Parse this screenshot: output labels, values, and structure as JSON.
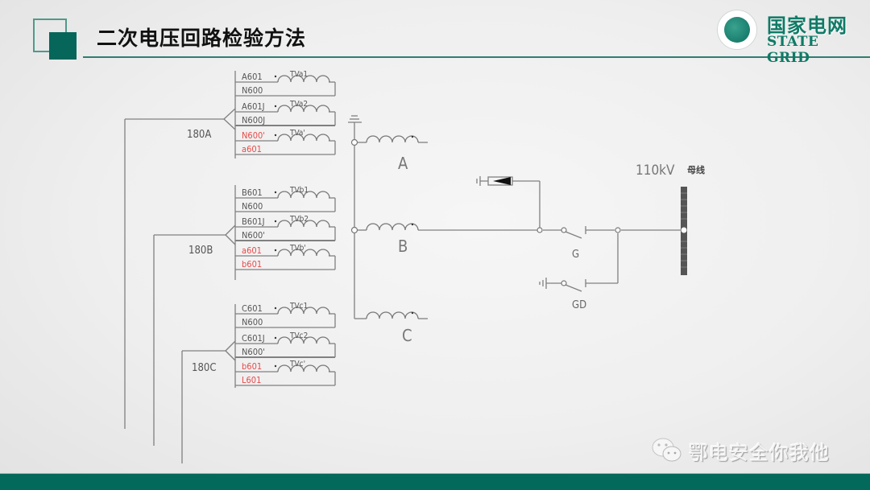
{
  "header": {
    "title": "二次电压回路检验方法",
    "logo": {
      "cn": "国家电网",
      "en": "STATE GRID",
      "icon": "state-grid-globe-icon"
    }
  },
  "colors": {
    "brand_green": "#06665a",
    "rule_green": "#2f7d70",
    "line_gray": "#7a7a7a",
    "text_gray": "#555555",
    "highlight_red": "#e84a4a"
  },
  "diagram": {
    "groups": [
      {
        "id": "180A",
        "label": "180A",
        "windings": [
          {
            "name": "TVa1",
            "terminals": [
              {
                "label": "A601",
                "red": false
              },
              {
                "label": "N600",
                "red": false
              }
            ]
          },
          {
            "name": "TVa2",
            "terminals": [
              {
                "label": "A601J",
                "red": false
              },
              {
                "label": "N600J",
                "red": false
              }
            ]
          },
          {
            "name": "TVa'",
            "terminals": [
              {
                "label": "N600'",
                "red": true
              },
              {
                "label": "a601",
                "red": true
              }
            ]
          }
        ]
      },
      {
        "id": "180B",
        "label": "180B",
        "windings": [
          {
            "name": "TVb1",
            "terminals": [
              {
                "label": "B601",
                "red": false
              },
              {
                "label": "N600",
                "red": false
              }
            ]
          },
          {
            "name": "TVb2",
            "terminals": [
              {
                "label": "B601J",
                "red": false
              },
              {
                "label": "N600'",
                "red": false
              }
            ]
          },
          {
            "name": "TVb'",
            "terminals": [
              {
                "label": "a601",
                "red": true
              },
              {
                "label": "b601",
                "red": true
              }
            ]
          }
        ]
      },
      {
        "id": "180C",
        "label": "180C",
        "windings": [
          {
            "name": "TVc1",
            "terminals": [
              {
                "label": "C601",
                "red": false
              },
              {
                "label": "N600",
                "red": false
              }
            ]
          },
          {
            "name": "TVc2",
            "terminals": [
              {
                "label": "C601J",
                "red": false
              },
              {
                "label": "N600'",
                "red": false
              }
            ]
          },
          {
            "name": "TVc'",
            "terminals": [
              {
                "label": "b601",
                "red": true
              },
              {
                "label": "L601",
                "red": true
              }
            ]
          }
        ]
      }
    ],
    "primary_phases": [
      "A",
      "B",
      "C"
    ],
    "switches": {
      "disconnector": "G",
      "ground_switch": "GD"
    },
    "bus": {
      "voltage": "110kV",
      "suffix": "母线"
    }
  },
  "watermark": {
    "text": "鄂电安全你我他",
    "icon": "wechat-icon"
  }
}
